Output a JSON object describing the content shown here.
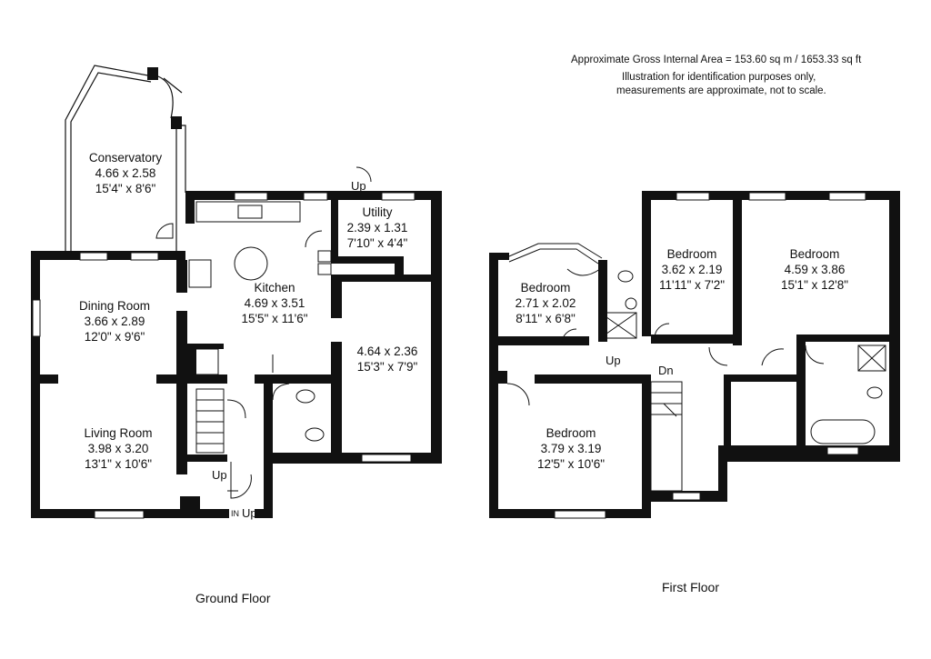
{
  "header": {
    "area": "Approximate Gross Internal Area = 153.60 sq m / 1653.33 sq ft",
    "disclaimer_line1": "Illustration for identification purposes only,",
    "disclaimer_line2": "measurements are approximate, not to scale."
  },
  "ground_floor": {
    "caption": "Ground Floor",
    "rooms": [
      {
        "name": "Conservatory",
        "metric": "4.66 x 2.58",
        "imperial": "15'4\" x 8'6\""
      },
      {
        "name": "Utility",
        "metric": "2.39 x 1.31",
        "imperial": "7'10\" x 4'4\""
      },
      {
        "name": "Kitchen",
        "metric": "4.69 x 3.51",
        "imperial": "15'5\" x 11'6\""
      },
      {
        "name": "Dining Room",
        "metric": "3.66 x 2.89",
        "imperial": "12'0\" x 9'6\""
      },
      {
        "name": "",
        "metric": "4.64 x 2.36",
        "imperial": "15'3\" x 7'9\""
      },
      {
        "name": "Living Room",
        "metric": "3.98 x 3.20",
        "imperial": "13'1\" x 10'6\""
      }
    ],
    "marks": {
      "up_utility": "Up",
      "up_stairs": "Up",
      "up_entrance": "Up",
      "entrance": "IN"
    }
  },
  "first_floor": {
    "caption": "First Floor",
    "rooms": [
      {
        "name": "Bedroom",
        "metric": "2.71 x 2.02",
        "imperial": "8'11\" x 6'8\""
      },
      {
        "name": "Bedroom",
        "metric": "3.62 x 2.19",
        "imperial": "11'11\" x 7'2\""
      },
      {
        "name": "Bedroom",
        "metric": "4.59 x 3.86",
        "imperial": "15'1\" x 12'8\""
      },
      {
        "name": "Bedroom",
        "metric": "3.79 x 3.19",
        "imperial": "12'5\" x 10'6\""
      }
    ],
    "marks": {
      "up": "Up",
      "down": "Dn"
    }
  }
}
